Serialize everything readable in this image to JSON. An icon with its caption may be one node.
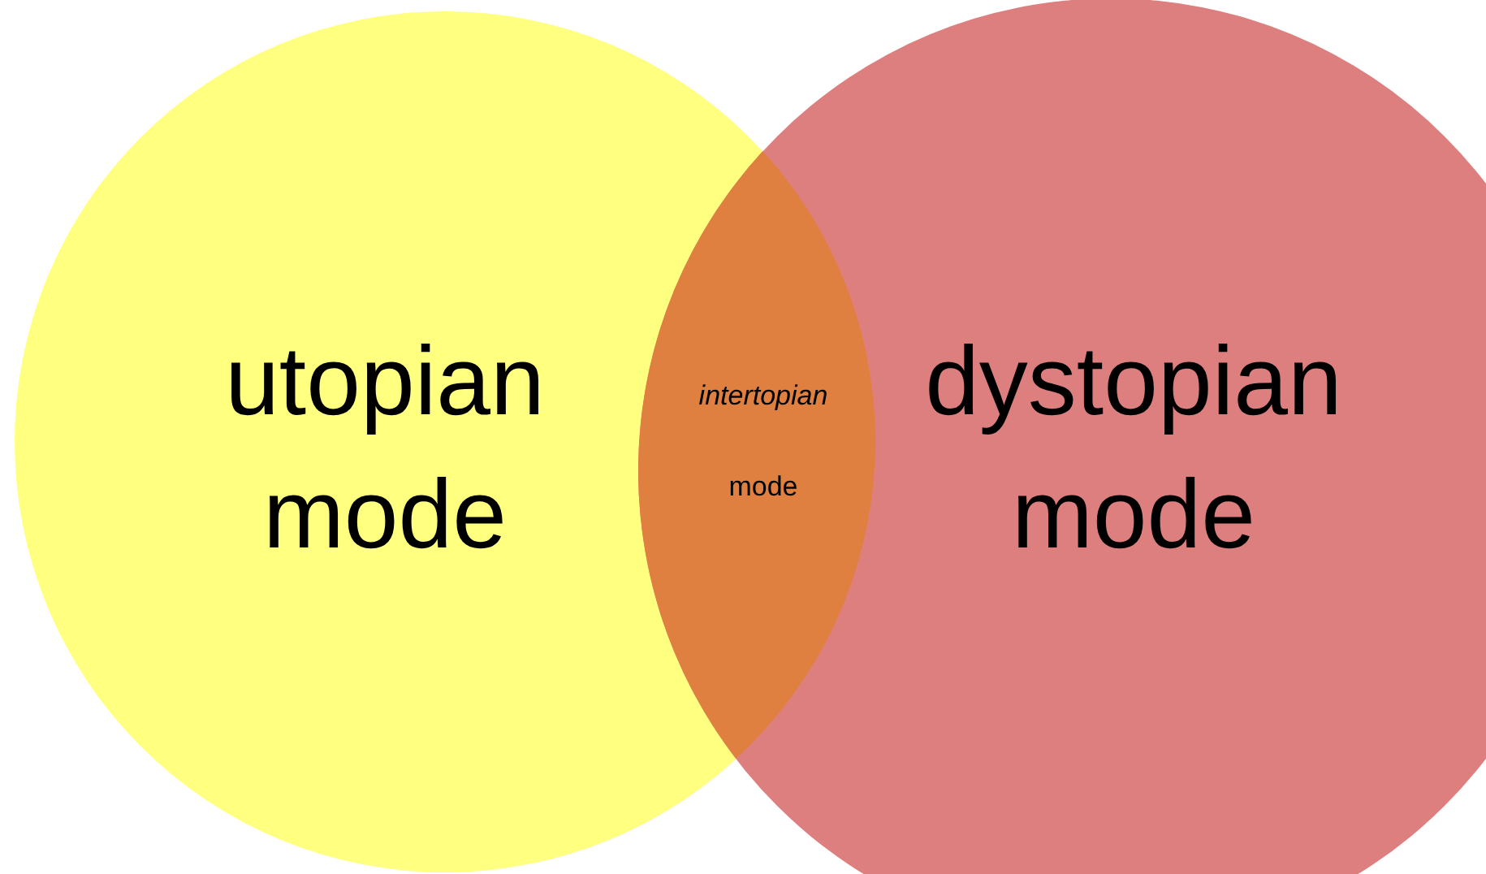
{
  "diagram": {
    "nodes": [
      {
        "text": [
          "utopian mode"
        ]
      },
      {
        "text": [
          "dystopian mode"
        ]
      },
      {
        "text": [
          "*intertopian* mode"
        ]
      }
    ],
    "edges": []
  }
}
